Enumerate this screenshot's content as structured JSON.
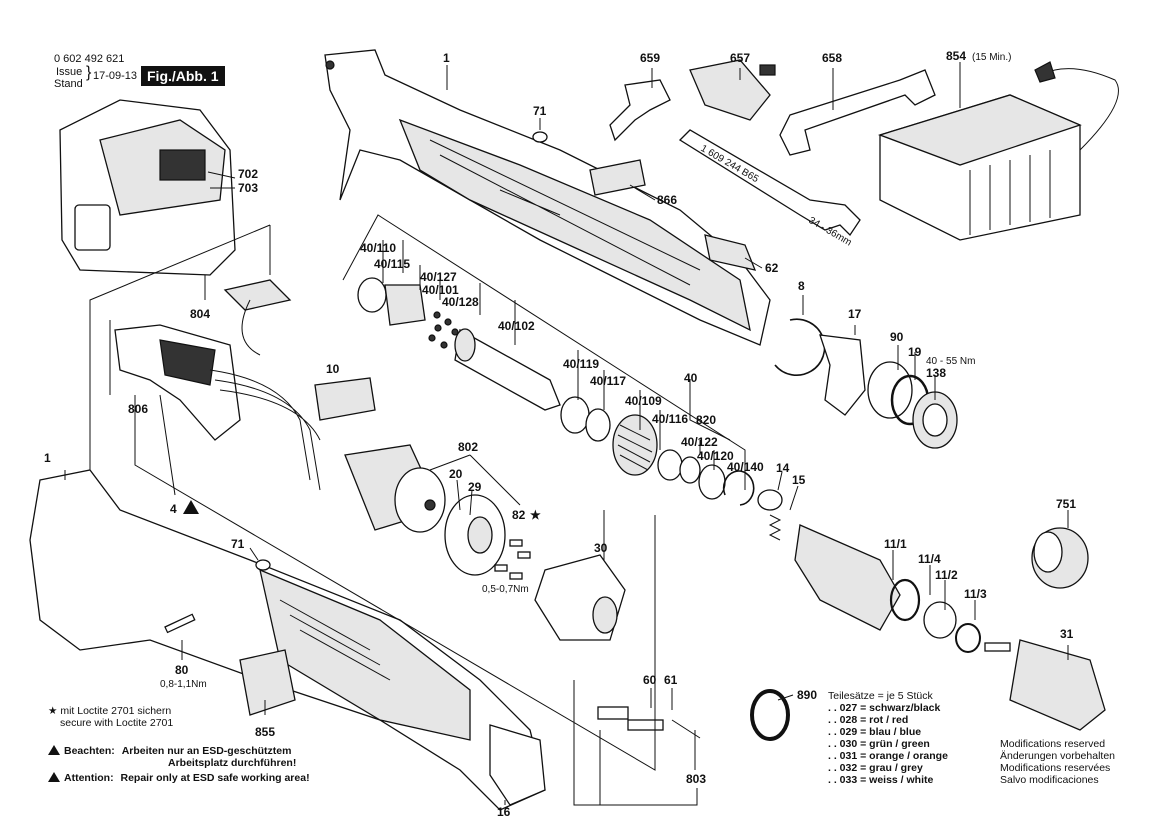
{
  "header": {
    "part_number": "0 602 492 621",
    "issue_label": "Issue",
    "stand_label": "Stand",
    "date": "17-09-13",
    "figure_label": "Fig./Abb. 1"
  },
  "callouts": {
    "c1_top": "1",
    "c659": "659",
    "c657": "657",
    "c658": "658",
    "c854": "854",
    "c854_note": "(15 Min.)",
    "c71_top": "71",
    "c702": "702",
    "c703": "703",
    "c866": "866",
    "c62": "62",
    "c40_110": "40/110",
    "c40_115": "40/115",
    "c40_127": "40/127",
    "c40_101": "40/101",
    "c40_128": "40/128",
    "c40_102": "40/102",
    "c804": "804",
    "c806": "806",
    "c10": "10",
    "c40_119": "40/119",
    "c40_117": "40/117",
    "c40": "40",
    "c40_109": "40/109",
    "c40_116": "40/116",
    "c820": "820",
    "c40_122": "40/122",
    "c40_120": "40/120",
    "c40_140": "40/140",
    "c8": "8",
    "c17": "17",
    "c90": "90",
    "c19": "19",
    "c138": "138",
    "torque_138": "40 - 55 Nm",
    "c802": "802",
    "c20": "20",
    "c29": "29",
    "c82": "82",
    "c4": "4",
    "c1_left": "1",
    "c71_left": "71",
    "c30": "30",
    "torque_small": "0,5-0,7Nm",
    "c14": "14",
    "c15": "15",
    "c751": "751",
    "c11_1": "11/1",
    "c11_4": "11/4",
    "c11_2": "11/2",
    "c11_3": "11/3",
    "c31": "31",
    "c80": "80",
    "torque_80": "0,8-1,1Nm",
    "c855": "855",
    "c60": "60",
    "c61": "61",
    "c803": "803",
    "c890": "890",
    "c16": "16",
    "wrench_text": "1 609 244 B65",
    "wrench_size": "34 - 36mm"
  },
  "loctite": {
    "de": "mit Loctite 2701 sichern",
    "en": "secure with Loctite 2701"
  },
  "warnings": {
    "de_label": "Beachten:",
    "de_line1": "Arbeiten nur an ESD-geschütztem",
    "de_line2": "Arbeitsplatz durchführen!",
    "en_label": "Attention:",
    "en_text": "Repair only at ESD safe working area!"
  },
  "sets": {
    "title": "Teilesätze = je 5 Stück",
    "items": [
      ". . 027 = schwarz/black",
      ". . 028 = rot / red",
      ". . 029 = blau / blue",
      ". . 030 = grün / green",
      ". . 031 = orange / orange",
      ". . 032 = grau / grey",
      ". . 033 = weiss / white"
    ]
  },
  "modifications": [
    "Modifications reserved",
    "Änderungen vorbehalten",
    "Modifications reservées",
    "Salvo modificaciones"
  ]
}
